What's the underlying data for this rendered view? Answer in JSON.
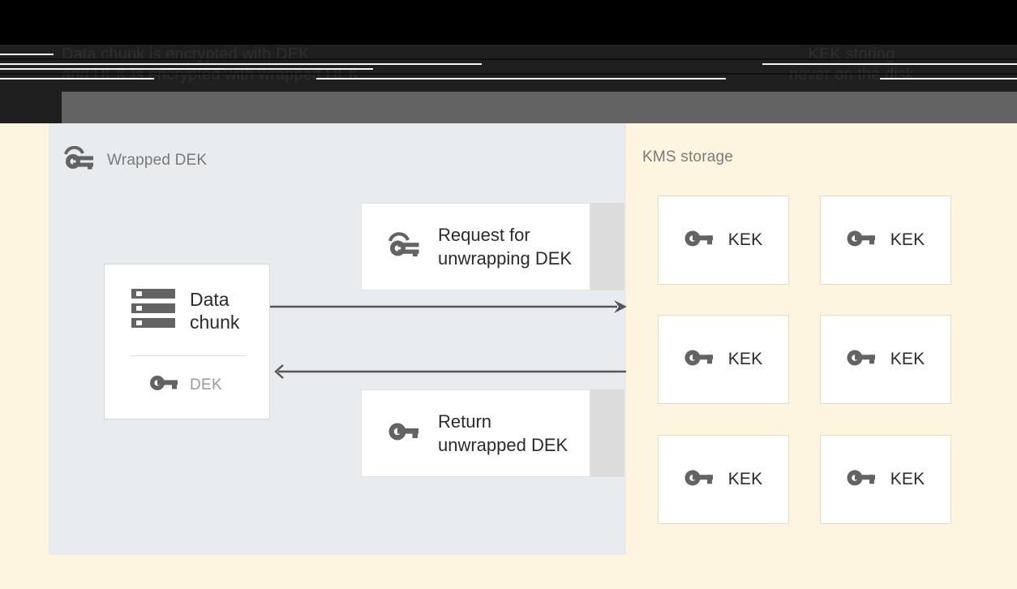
{
  "banner": {
    "left_text": "Data chunk is encrypted with DEK\nand DEK is encrypted with wrapped DEK",
    "right_text": "KEK storing\nnever on the disk"
  },
  "left_panel": {
    "title": "Wrapped DEK",
    "title_icon": "wrapped-key-icon",
    "data_chunk_card": {
      "icon": "storage-icon",
      "title": "Data\nchunk",
      "key_icon": "key-icon",
      "key_label": "DEK"
    },
    "messages": [
      {
        "icon": "wrapped-key-icon",
        "label": "Request for\nunwrapping DEK"
      },
      {
        "icon": "key-icon",
        "label": "Return\nunwrapped DEK"
      }
    ],
    "arrows": [
      {
        "name": "request-arrow",
        "direction": "right"
      },
      {
        "name": "return-arrow",
        "direction": "left"
      }
    ]
  },
  "right_panel": {
    "title": "KMS storage",
    "kek_boxes": [
      {
        "icon": "key-icon",
        "label": "KEK"
      },
      {
        "icon": "key-icon",
        "label": "KEK"
      },
      {
        "icon": "key-icon",
        "label": "KEK"
      },
      {
        "icon": "key-icon",
        "label": "KEK"
      },
      {
        "icon": "key-icon",
        "label": "KEK"
      },
      {
        "icon": "key-icon",
        "label": "KEK"
      }
    ]
  },
  "colors": {
    "left_panel_bg": "#e8ecef",
    "right_panel_bg": "#fdf5e0",
    "card_bg": "#ffffff",
    "card_shadow": "#dcdcdc",
    "icon_gray": "#636363",
    "text_dark": "#2b2b2b",
    "text_muted": "#7a7a7a",
    "banner_black": "#000000",
    "banner_dark": "#1f1f1f",
    "banner_gray": "#636363"
  }
}
